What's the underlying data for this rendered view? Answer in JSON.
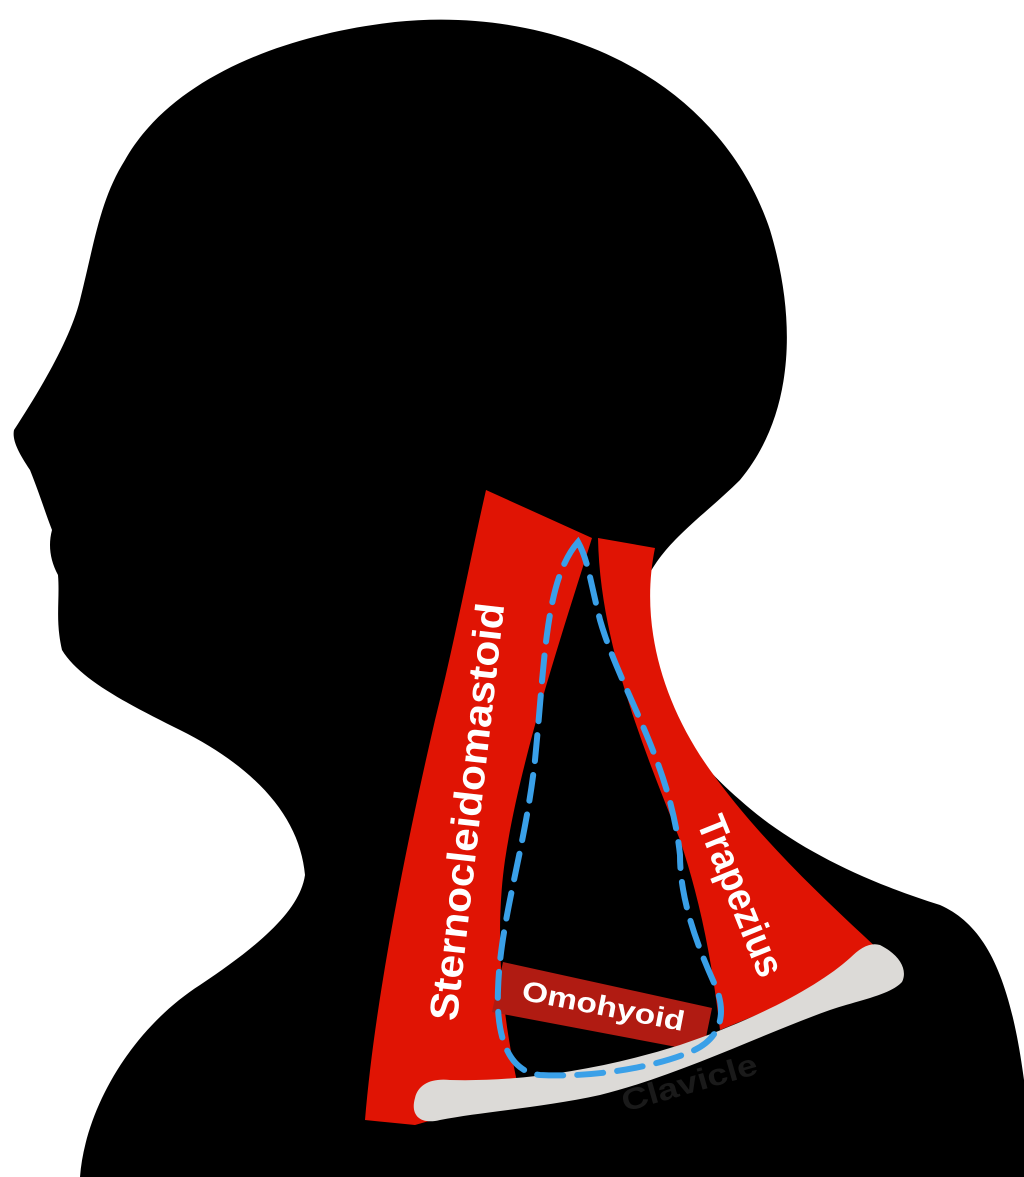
{
  "labels": {
    "sternocleidomastoid": "Sternocleidomastoid",
    "trapezius": "Trapezius",
    "omohyoid": "Omohyoid",
    "clavicle": "Clavicle"
  },
  "colors": {
    "silhouette": "#000000",
    "muscle": "#e01404",
    "omohyoid": "#b01b12",
    "clavicle": "#dcdad7",
    "triangle_outline": "#3aa0e8",
    "background": "#ffffff"
  }
}
